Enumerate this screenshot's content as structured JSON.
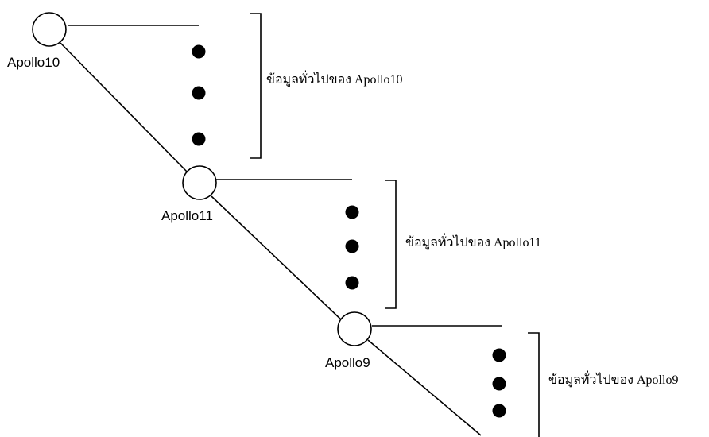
{
  "diagram": {
    "nodes": [
      {
        "id": "apollo10",
        "label": "Apollo10",
        "caption": "ข้อมูลทั่วไปของ Apollo10"
      },
      {
        "id": "apollo11",
        "label": "Apollo11",
        "caption": "ข้อมูลทั่วไปของ Apollo11"
      },
      {
        "id": "apollo9",
        "label": "Apollo9",
        "caption": "ข้อมูลทั่วไปของ Apollo9"
      }
    ],
    "colors": {
      "stroke": "#000000",
      "fill": "#ffffff",
      "dot": "#000000"
    }
  }
}
